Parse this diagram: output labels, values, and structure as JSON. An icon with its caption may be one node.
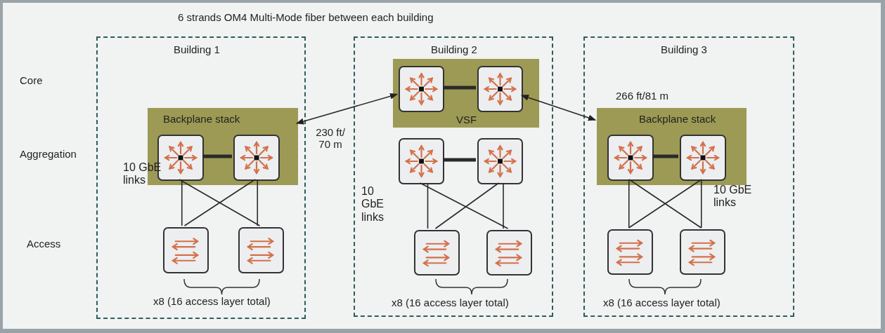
{
  "diagram": {
    "title": "6 strands OM4 Multi-Mode fiber between each building",
    "nodes": [
      {
        "text": [
          "Building 1"
        ]
      },
      {
        "text": [
          "Backplane stack"
        ],
        "in": 0
      },
      {
        "text": [],
        "shape": "picture",
        "in": 1
      },
      {
        "text": [],
        "shape": "picture",
        "in": 1
      },
      {
        "text": [],
        "shape": "picture",
        "in": 0
      },
      {
        "text": [],
        "shape": "picture",
        "in": 0
      },
      {
        "text": [
          "Building 2"
        ]
      },
      {
        "text": [
          "VSF"
        ],
        "in": 6
      },
      {
        "text": [],
        "shape": "picture",
        "in": 7
      },
      {
        "text": [],
        "shape": "picture",
        "in": 7
      },
      {
        "text": [],
        "shape": "picture",
        "in": 6
      },
      {
        "text": [],
        "shape": "picture",
        "in": 6
      },
      {
        "text": [],
        "shape": "picture",
        "in": 6
      },
      {
        "text": [],
        "shape": "picture",
        "in": 6
      },
      {
        "text": [
          "Building 3"
        ]
      },
      {
        "text": [
          "Backplane stack"
        ],
        "in": 14
      },
      {
        "text": [],
        "shape": "picture",
        "in": 15
      },
      {
        "text": [],
        "shape": "picture",
        "in": 15
      },
      {
        "text": [],
        "shape": "picture",
        "in": 14
      },
      {
        "text": [],
        "shape": "picture",
        "in": 14
      }
    ],
    "edges": [
      {
        "from": 2,
        "to": 3,
        "arrow": "none",
        "style": "thick"
      },
      {
        "from": 2,
        "to": 4,
        "arrow": "none"
      },
      {
        "from": 2,
        "to": 5,
        "arrow": "none"
      },
      {
        "from": 3,
        "to": 4,
        "arrow": "none"
      },
      {
        "from": 3,
        "to": 5,
        "arrow": "none"
      },
      {
        "from": 8,
        "to": 9,
        "arrow": "none",
        "style": "thick"
      },
      {
        "from": 10,
        "to": 11,
        "arrow": "none",
        "style": "thick"
      },
      {
        "from": 10,
        "to": 12,
        "arrow": "none"
      },
      {
        "from": 10,
        "to": 13,
        "arrow": "none"
      },
      {
        "from": 11,
        "to": 12,
        "arrow": "none"
      },
      {
        "from": 11,
        "to": 13,
        "arrow": "none"
      },
      {
        "from": 16,
        "to": 17,
        "arrow": "none",
        "style": "thick"
      },
      {
        "from": 16,
        "to": 18,
        "arrow": "none"
      },
      {
        "from": 16,
        "to": 19,
        "arrow": "none"
      },
      {
        "from": 17,
        "to": 18,
        "arrow": "none"
      },
      {
        "from": 17,
        "to": 19,
        "arrow": "none"
      },
      {
        "from": 1,
        "to": 8,
        "arrow": "both",
        "label": "230 ft/ 70 m"
      },
      {
        "from": 9,
        "to": 15,
        "arrow": "both",
        "label": "266 ft/81 m"
      }
    ],
    "labels": [
      "Core",
      "Aggregation",
      "10 GbE links",
      "10 GbE links",
      "10 GbE links",
      "Access",
      "x8 (16 access layer total)",
      "x8 (16 access layer total)",
      "x8 (16 access layer total)"
    ]
  }
}
